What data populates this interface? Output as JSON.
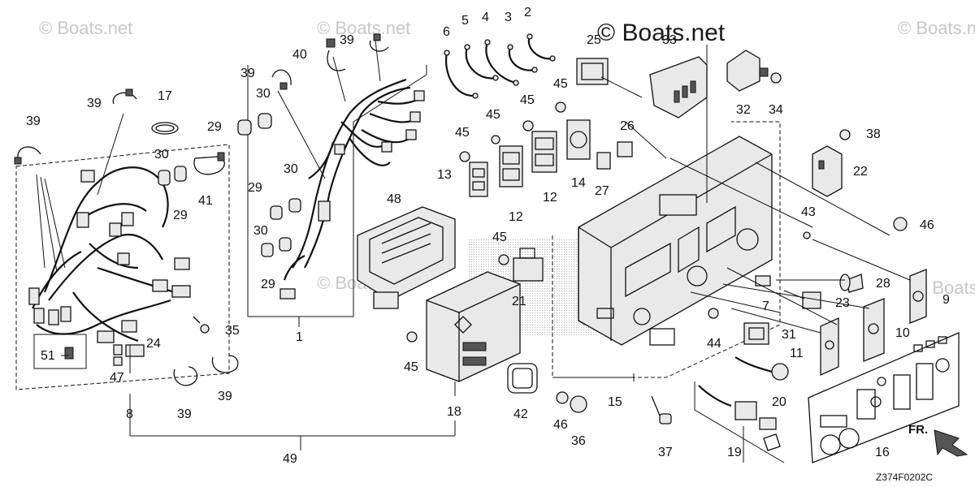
{
  "watermarks": {
    "main": "© Boats.net",
    "repeat": "© Boats.net"
  },
  "diagram_code": "Z374F0202C",
  "front_label": "FR.",
  "callouts": {
    "c1": "1",
    "c2": "2",
    "c3": "3",
    "c4": "4",
    "c5": "5",
    "c6": "6",
    "c7": "7",
    "c8": "8",
    "c9": "9",
    "c10": "10",
    "c11": "11",
    "c12a": "12",
    "c12b": "12",
    "c13": "13",
    "c14": "14",
    "c15": "15",
    "c16": "16",
    "c17": "17",
    "c18": "18",
    "c19": "19",
    "c20": "20",
    "c21": "21",
    "c22": "22",
    "c23": "23",
    "c24": "24",
    "c25": "25",
    "c26": "26",
    "c27": "27",
    "c28": "28",
    "c29a": "29",
    "c29b": "29",
    "c29c": "29",
    "c29d": "29",
    "c30a": "30",
    "c30b": "30",
    "c30c": "30",
    "c30d": "30",
    "c31": "31",
    "c32": "32",
    "c33": "33",
    "c34": "34",
    "c35": "35",
    "c36": "36",
    "c37": "37",
    "c38": "38",
    "c39a": "39",
    "c39b": "39",
    "c39c": "39",
    "c39d": "39",
    "c39e": "39",
    "c39f": "39",
    "c40": "40",
    "c41": "41",
    "c42": "42",
    "c43": "43",
    "c44": "44",
    "c45a": "45",
    "c45b": "45",
    "c45c": "45",
    "c45d": "45",
    "c45e": "45",
    "c45f": "45",
    "c46a": "46",
    "c46b": "46",
    "c47": "47",
    "c48": "48",
    "c49": "49",
    "c51": "51"
  }
}
